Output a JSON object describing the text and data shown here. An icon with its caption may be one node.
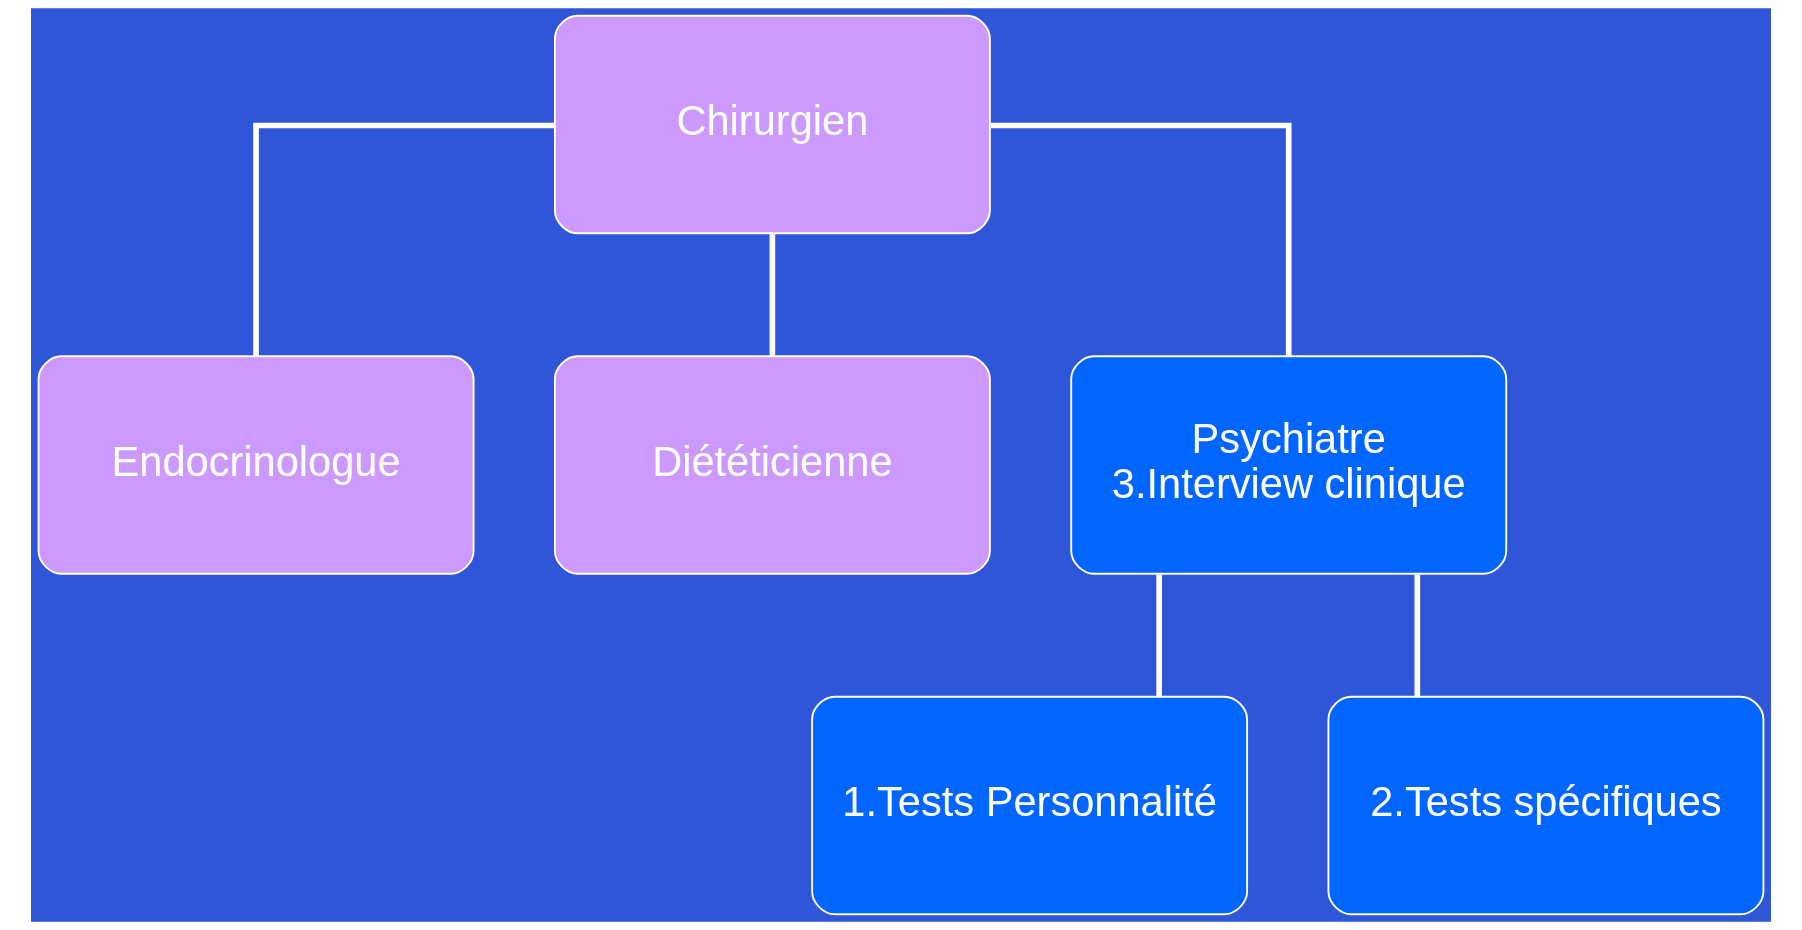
{
  "diagram": {
    "nodes": [
      {
        "text": [
          "Chirurgien"
        ]
      },
      {
        "text": [
          "Endocrinologue"
        ]
      },
      {
        "text": [
          "Diététicienne"
        ]
      },
      {
        "text": [
          "Psychiatre",
          "3.Interview clinique"
        ]
      },
      {
        "text": [
          "1.Tests Personnalité"
        ]
      },
      {
        "text": [
          "2.Tests spécifiques"
        ]
      }
    ],
    "edges": [
      {
        "from": 0,
        "to": 1,
        "arrow": "none"
      },
      {
        "from": 0,
        "to": 2,
        "arrow": "none"
      },
      {
        "from": 0,
        "to": 3,
        "arrow": "none"
      },
      {
        "from": 3,
        "to": 4,
        "arrow": "none"
      },
      {
        "from": 3,
        "to": 5,
        "arrow": "none"
      }
    ]
  }
}
